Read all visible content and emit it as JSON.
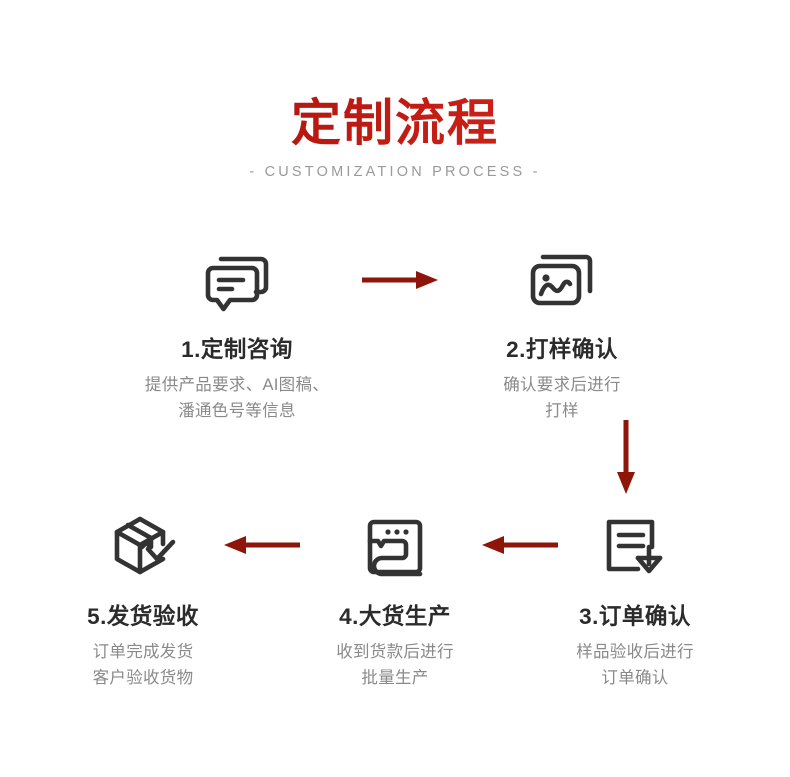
{
  "header": {
    "title": "定制流程",
    "subtitle": "- CUSTOMIZATION PROCESS -",
    "title_color_start": "#a01a12",
    "title_color_end": "#e03128",
    "subtitle_color": "#9a9a9a"
  },
  "theme": {
    "background": "#ffffff",
    "icon_color": "#333333",
    "arrow_color": "#8e1509",
    "step_title_color": "#2b2b2b",
    "step_desc_color": "#8a8a8a"
  },
  "steps": [
    {
      "number": "1.",
      "title": "1.定制咨询",
      "icon": "chat-bubble-icon",
      "desc_lines": [
        "提供产品要求、AI图稿、",
        "潘通色号等信息"
      ]
    },
    {
      "number": "2.",
      "title": "2.打样确认",
      "icon": "photo-stack-icon",
      "desc_lines": [
        "确认要求后进行",
        "打样"
      ]
    },
    {
      "number": "3.",
      "title": "3.订单确认",
      "icon": "document-download-icon",
      "desc_lines": [
        "样品验收后进行",
        "订单确认"
      ]
    },
    {
      "number": "4.",
      "title": "4.大货生产",
      "icon": "sewing-machine-icon",
      "desc_lines": [
        "收到货款后进行",
        "批量生产"
      ]
    },
    {
      "number": "5.",
      "title": "5.发货验收",
      "icon": "package-check-icon",
      "desc_lines": [
        "订单完成发货",
        "客户验收货物"
      ]
    }
  ],
  "arrows": [
    {
      "name": "arrow-step1-to-step2",
      "direction": "right"
    },
    {
      "name": "arrow-step2-to-step3",
      "direction": "down"
    },
    {
      "name": "arrow-step3-to-step4",
      "direction": "left"
    },
    {
      "name": "arrow-step4-to-step5",
      "direction": "left"
    }
  ]
}
